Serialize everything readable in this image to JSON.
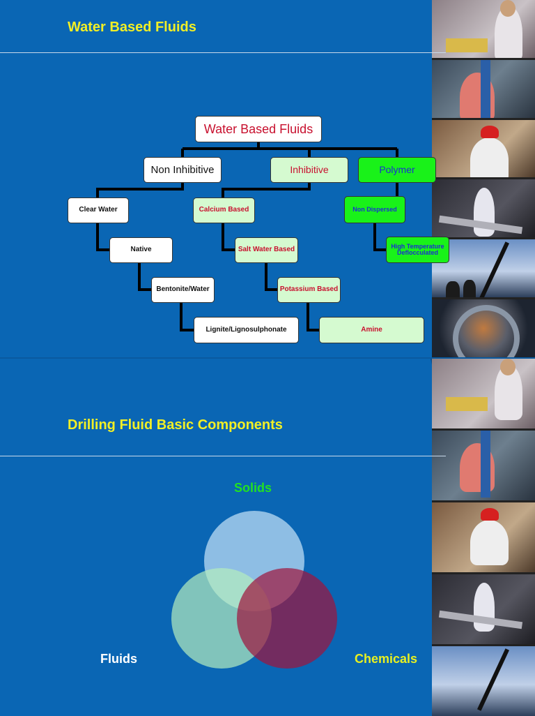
{
  "slide1": {
    "title": "Water Based Fluids",
    "diagram": {
      "root": "Water Based Fluids",
      "non_inhibitive": {
        "label": "Non Inhibitive",
        "items": [
          "Clear Water",
          "Native",
          "Bentonite/Water",
          "Lignite/Lignosulphonate"
        ]
      },
      "inhibitive": {
        "label": "Inhibitive",
        "items": [
          "Calcium Based",
          "Salt Water Based",
          "Potassium Based",
          "Amine"
        ]
      },
      "polymer": {
        "label": "Polymer",
        "items": [
          "Non Dispersed",
          "High Temperature Deflocculated"
        ]
      }
    }
  },
  "slide2": {
    "title": "Drilling Fluid Basic Components",
    "venn": {
      "top": "Solids",
      "left": "Fluids",
      "right": "Chemicals"
    }
  },
  "colors": {
    "background": "#0a66b4",
    "title": "#f2ef25",
    "inhibitive_fill": "#d5fad0",
    "polymer_fill": "#19f219",
    "red_text": "#c8102e",
    "blue_text": "#1b2fd0",
    "solids_label": "#22e022",
    "chemicals_label": "#e8f020"
  }
}
